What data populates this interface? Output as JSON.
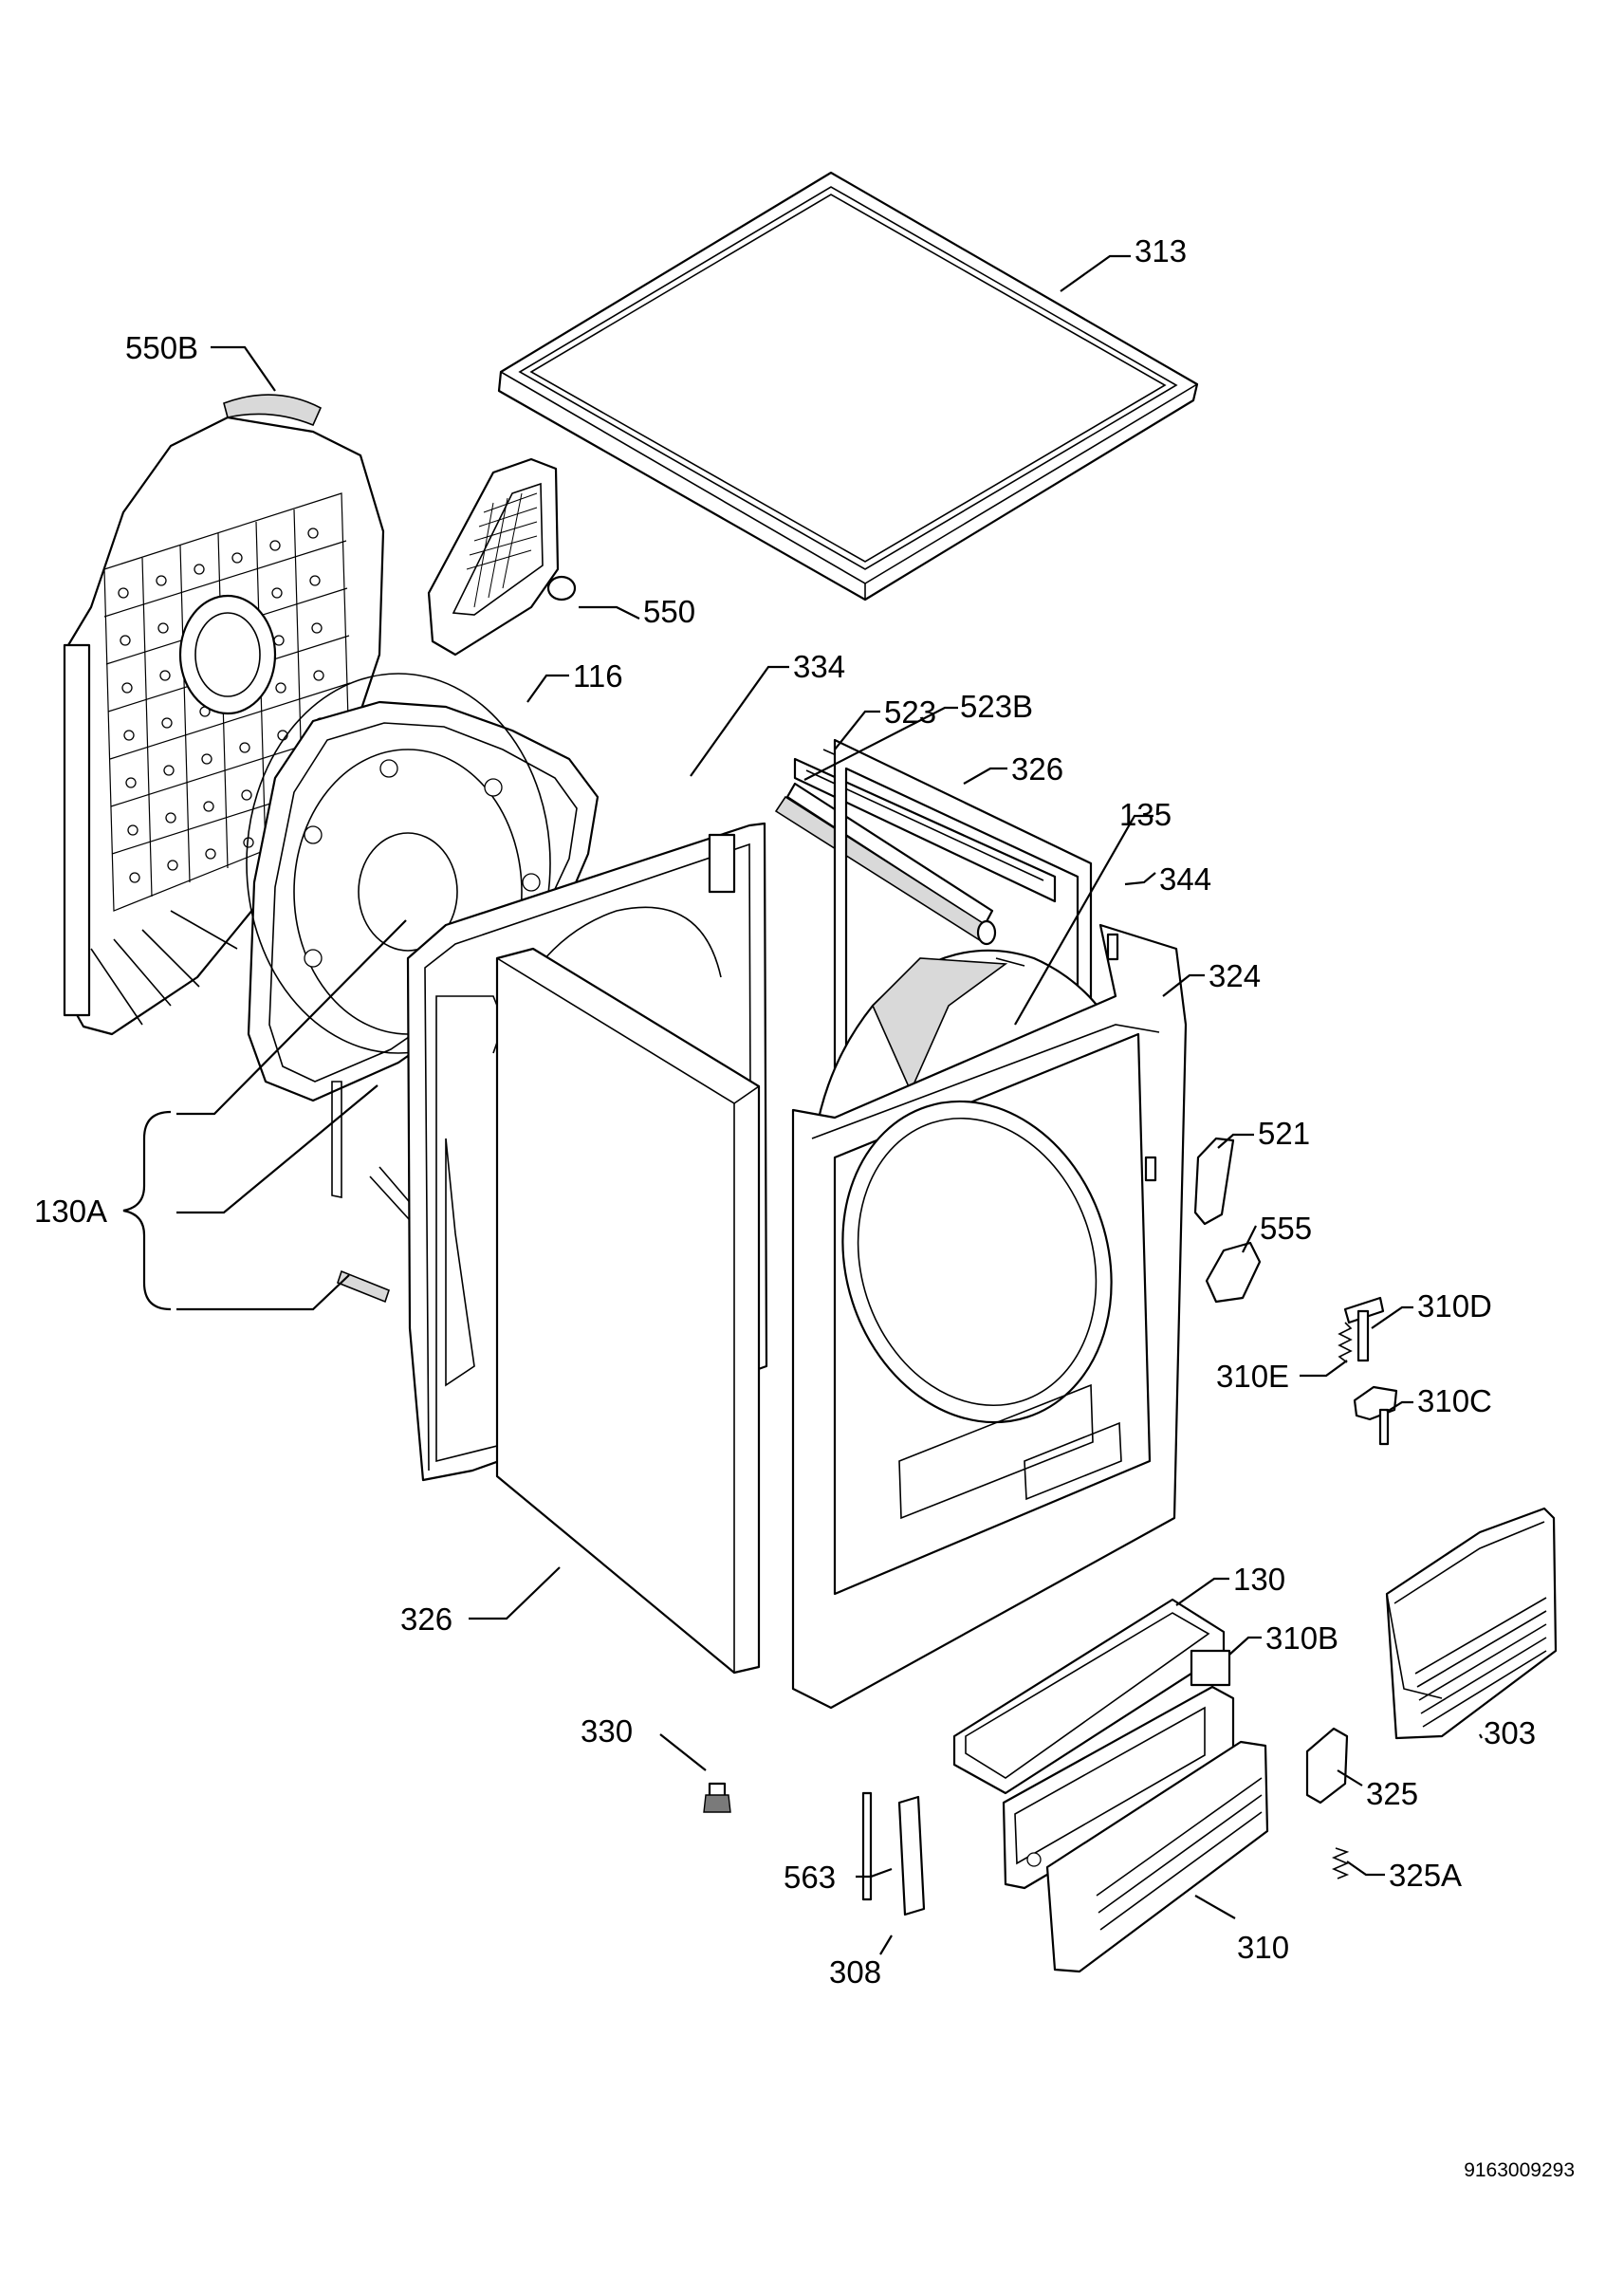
{
  "diagram": {
    "labels": {
      "p313": "313",
      "p550B": "550B",
      "p550": "550",
      "p116": "116",
      "p334": "334",
      "p523": "523",
      "p523B": "523B",
      "p326_top": "326",
      "p135": "135",
      "p344": "344",
      "p324": "324",
      "p130A": "130A",
      "p521": "521",
      "p555": "555",
      "p310D": "310D",
      "p310E": "310E",
      "p310C": "310C",
      "p130": "130",
      "p326_side": "326",
      "p310B": "310B",
      "p303": "303",
      "p330": "330",
      "p325": "325",
      "p563": "563",
      "p325A": "325A",
      "p308": "308",
      "p310": "310"
    },
    "document_number": "9163009293"
  }
}
